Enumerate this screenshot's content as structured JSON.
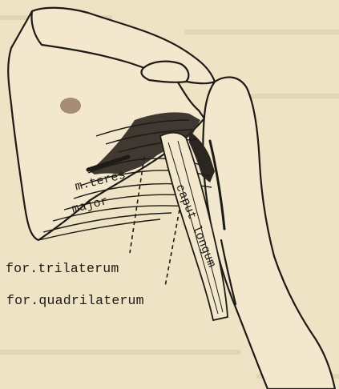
{
  "labels": {
    "teres": "m.teres",
    "major": "major",
    "caput": "caput longum",
    "trilaterum": "for.trilaterum",
    "quadrilaterum": "for.quadrilaterum"
  },
  "colors": {
    "paper": "#efe3c6",
    "ink": "#1e1a14",
    "shadow": "#2b2620",
    "stain": "#8a6f54"
  }
}
